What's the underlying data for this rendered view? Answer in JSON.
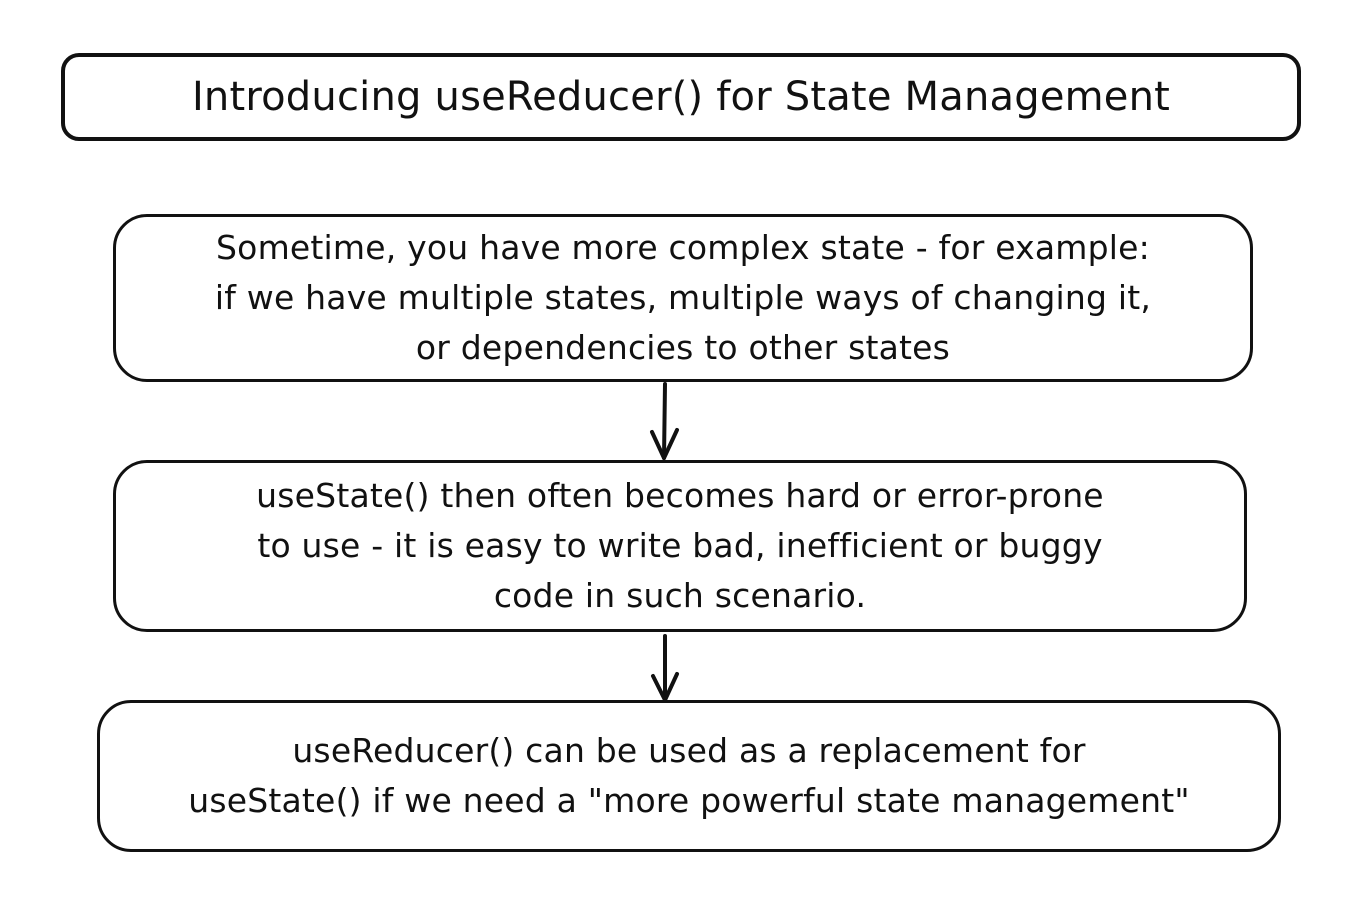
{
  "title": "Introducing useReducer() for State Management",
  "steps": [
    {
      "text": "Sometime, you have more complex state - for example:\nif we have multiple states, multiple ways of changing it,\nor dependencies to other states"
    },
    {
      "text": "useState() then often becomes hard or error-prone\nto use - it is easy to write bad, inefficient or buggy\ncode in such scenario."
    },
    {
      "text": "useReducer() can be used as a replacement for\nuseState() if we need a \"more powerful state management\""
    }
  ],
  "colors": {
    "stroke": "#111111",
    "background": "#ffffff"
  }
}
